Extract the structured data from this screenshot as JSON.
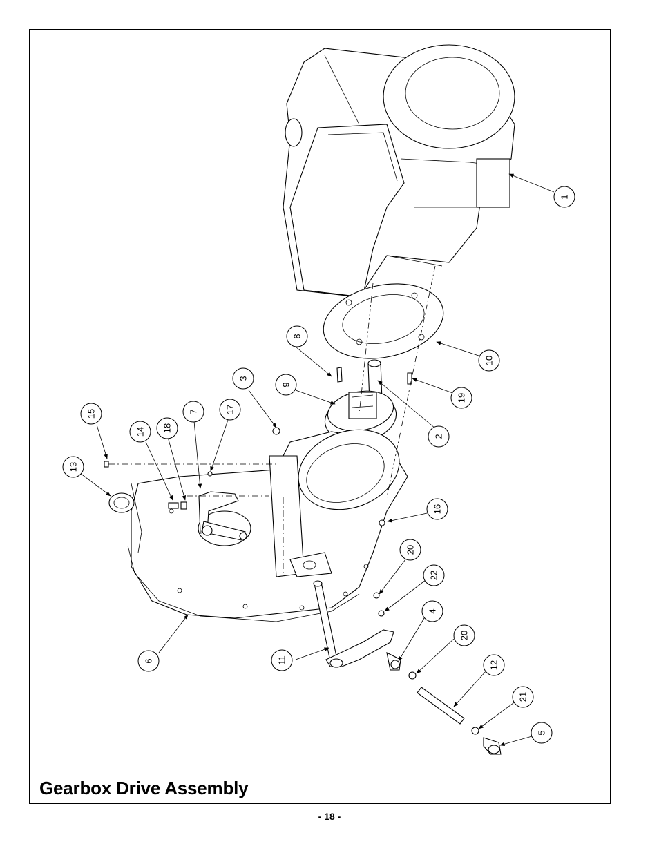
{
  "title": "Gearbox Drive Assembly",
  "page_number": "- 18 -",
  "callouts": [
    {
      "id": "c1",
      "label": "1"
    },
    {
      "id": "c2",
      "label": "2"
    },
    {
      "id": "c3",
      "label": "3"
    },
    {
      "id": "c4",
      "label": "4"
    },
    {
      "id": "c5",
      "label": "5"
    },
    {
      "id": "c6",
      "label": "6"
    },
    {
      "id": "c7",
      "label": "7"
    },
    {
      "id": "c8",
      "label": "8"
    },
    {
      "id": "c9",
      "label": "9"
    },
    {
      "id": "c10",
      "label": "10"
    },
    {
      "id": "c11",
      "label": "11"
    },
    {
      "id": "c12",
      "label": "12"
    },
    {
      "id": "c13",
      "label": "13"
    },
    {
      "id": "c14",
      "label": "14"
    },
    {
      "id": "c15",
      "label": "15"
    },
    {
      "id": "c16",
      "label": "16"
    },
    {
      "id": "c17",
      "label": "17"
    },
    {
      "id": "c18",
      "label": "18"
    },
    {
      "id": "c19",
      "label": "19"
    },
    {
      "id": "c20a",
      "label": "20"
    },
    {
      "id": "c20b",
      "label": "20"
    },
    {
      "id": "c21",
      "label": "21"
    },
    {
      "id": "c22",
      "label": "22"
    }
  ]
}
